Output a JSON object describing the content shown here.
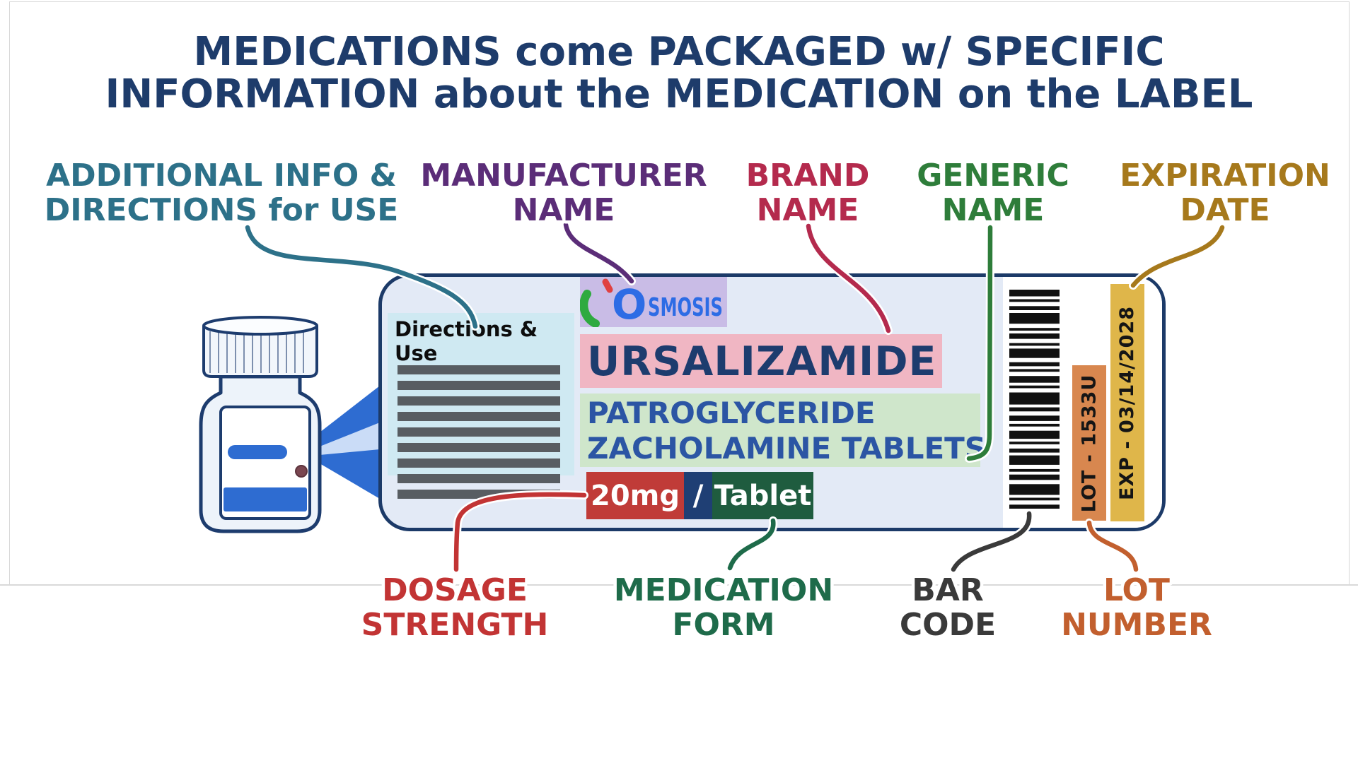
{
  "title": {
    "line1": "MEDICATIONS come PACKAGED w/ SPECIFIC",
    "line2": "INFORMATION about the MEDICATION on the LABEL"
  },
  "top_labels": {
    "additional_info": {
      "line1": "ADDITIONAL INFO &",
      "line2": "DIRECTIONS for USE"
    },
    "manufacturer": {
      "line1": "MANUFACTURER",
      "line2": "NAME"
    },
    "brand": {
      "line1": "BRAND",
      "line2": "NAME"
    },
    "generic": {
      "line1": "GENERIC",
      "line2": "NAME"
    },
    "expiration": {
      "line1": "EXPIRATION",
      "line2": "DATE"
    }
  },
  "bottom_labels": {
    "dosage": {
      "line1": "DOSAGE",
      "line2": "STRENGTH"
    },
    "form": {
      "line1": "MEDICATION",
      "line2": "FORM"
    },
    "barcode": {
      "line1": "BAR",
      "line2": "CODE"
    },
    "lot": {
      "line1": "LOT",
      "line2": "NUMBER"
    }
  },
  "label": {
    "logo_o": "O",
    "logo_rest": "SMOSIS",
    "directions_title": "Directions & Use",
    "brand_name": "URSALIZAMIDE",
    "generic_name_line1": "PATROGLYCERIDE",
    "generic_name_line2": "ZACHOLAMINE TABLETS",
    "dosage_strength": "20mg",
    "slash": "/",
    "medication_form": "Tablet",
    "lot_number": "LOT - 1533U",
    "expiration_date": "EXP - 03/14/2028"
  },
  "colors": {
    "title": "#1e3c6b",
    "additional_info": "#2d7189",
    "manufacturer": "#5b2d78",
    "brand": "#b42a4d",
    "generic": "#2e7d3a",
    "expiration": "#a6791c",
    "dosage": "#c23434",
    "form": "#1e6b4a",
    "barcode_label": "#3a3a3a",
    "lot_label": "#c25f2e",
    "label_bg": "#e3eaf6",
    "label_border": "#1c3a68",
    "brand_box_bg": "#f0b6c3",
    "generic_box_bg": "#cfe6cb",
    "logo_box_bg": "#c9bce6",
    "directions_box_bg": "#cfe9f2",
    "dosage_box_bg": "#c03b38",
    "slash_box_bg": "#1f3f74",
    "form_box_bg": "#1f5c3f",
    "lot_strip_bg": "#d8874f",
    "exp_strip_bg": "#dfb64a",
    "osmosis_blue": "#2d6ce5",
    "bottle_blue": "#2e6cd1"
  }
}
